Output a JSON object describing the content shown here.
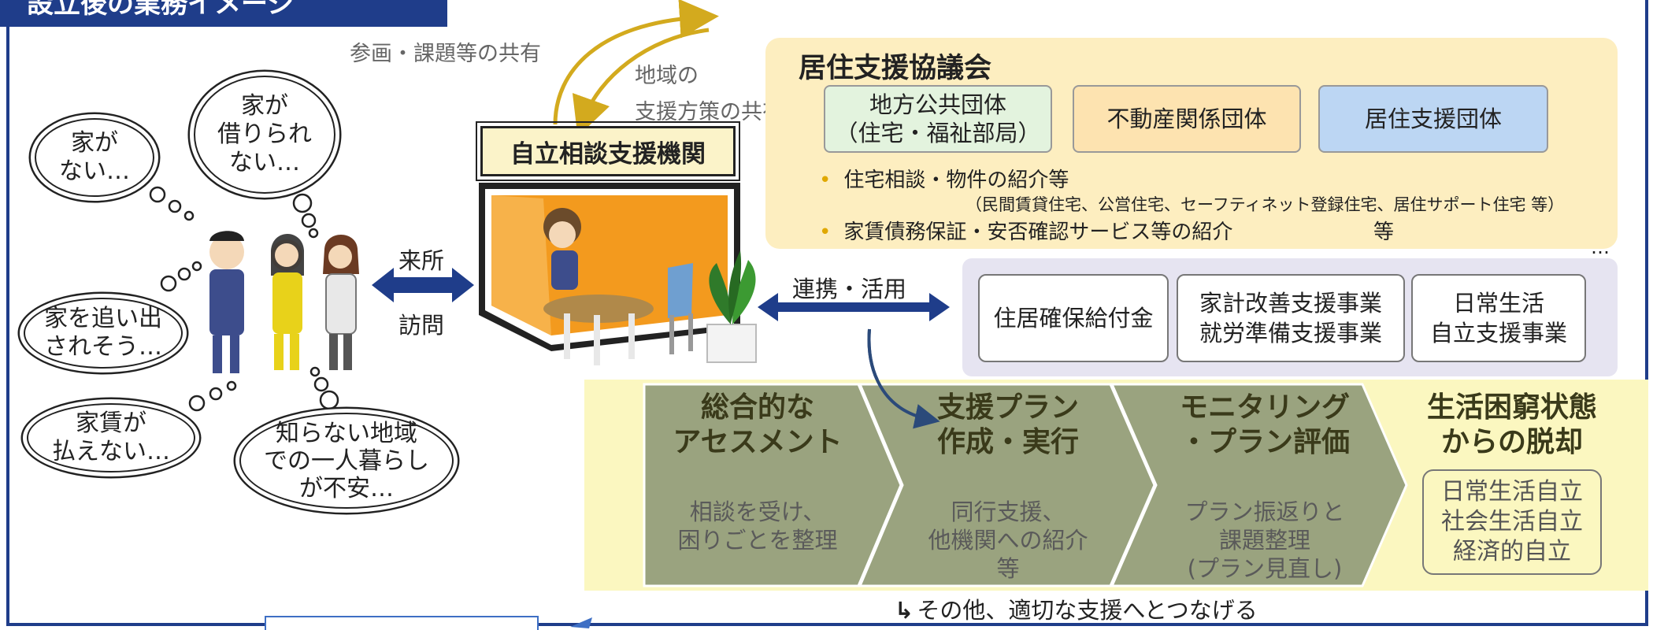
{
  "header": {
    "title": "設立後の業務イメージ"
  },
  "colors": {
    "navy": "#1f3d8a",
    "council_bg": "#fdeec0",
    "purple_bg": "#e6e4f1",
    "step_fill": "#9aa37f",
    "band": "#fbf7c0",
    "gold_arrow": "#d3aa1e"
  },
  "thoughts": [
    {
      "text": "家が\nない…"
    },
    {
      "text": "家が\n借りられ\nない…"
    },
    {
      "text": "家を追い出\nされそう…"
    },
    {
      "text": "家賃が\n払えない…"
    },
    {
      "text": "知らない地域\nでの一人暮らし\nが不安…"
    }
  ],
  "arrows": {
    "visit_top": "来所",
    "visit_bottom": "訪問",
    "share_up": "参画・課題等の共有",
    "share_down": "地域の\n支援方策の共有",
    "coop": "連携・活用"
  },
  "center": {
    "label": "自立相談支援機関"
  },
  "council": {
    "title": "居住支援協議会",
    "members": [
      "地方公共団体\n（住宅・福祉部局）",
      "不動産関係団体",
      "居住支援団体"
    ],
    "bullet1": "住宅相談・物件の紹介等",
    "bullet1_note": "（民間賃貸住宅、公営住宅、セーフティネット登録住宅、居住サポート住宅 等）",
    "bullet2": "家賃債務保証・安否確認サービス等の紹介",
    "bullet2_tail": "等",
    "ellipsis": "…"
  },
  "programs": [
    "住居確保給付金",
    "家計改善支援事業\n就労準備支援事業",
    "日常生活\n自立支援事業"
  ],
  "steps": [
    {
      "title": "総合的な\nアセスメント",
      "desc": "相談を受け、\n困りごとを整理"
    },
    {
      "title": "支援プラン\n作成・実行",
      "desc": "同行支援、\n他機関への紹介\n等"
    },
    {
      "title": "モニタリング\n・プラン評価",
      "desc": "プラン振返りと\n課題整理\n(プラン見直し)"
    }
  ],
  "final": {
    "title": "生活困窮状態\nからの脱却",
    "items": "日常生活自立\n社会生活自立\n経済的自立"
  },
  "footer": {
    "note": "その他、適切な支援へとつなげる"
  }
}
